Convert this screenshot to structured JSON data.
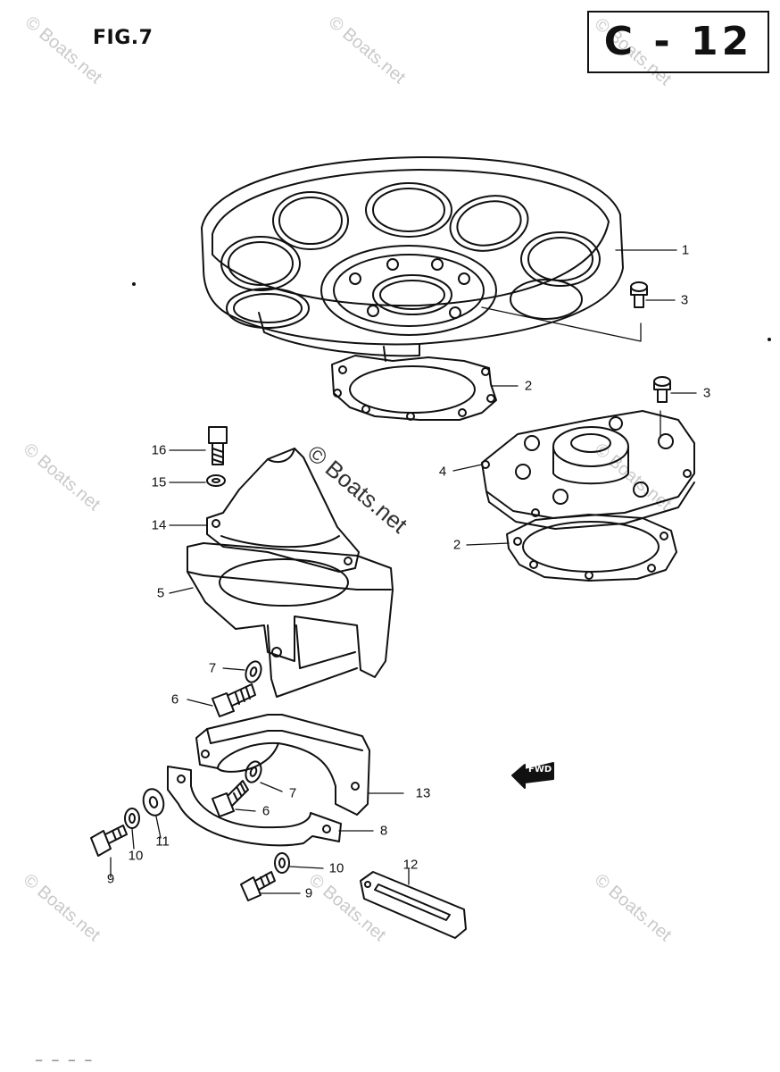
{
  "figure_label": "FIG.7",
  "page_code": "C - 12",
  "watermark": "© Boats.net",
  "center_watermark": "© Boats.net",
  "footer_text": "— — — —",
  "fwd_arrow_text": "FWD",
  "callouts": {
    "c1": "1",
    "c2a": "2",
    "c2b": "2",
    "c3a": "3",
    "c3b": "3",
    "c4": "4",
    "c5": "5",
    "c6a": "6",
    "c6b": "6",
    "c7a": "7",
    "c7b": "7",
    "c8": "8",
    "c9a": "9",
    "c9b": "9",
    "c10a": "10",
    "c10b": "10",
    "c11": "11",
    "c12": "12",
    "c13": "13",
    "c14": "14",
    "c15": "15",
    "c16": "16"
  }
}
